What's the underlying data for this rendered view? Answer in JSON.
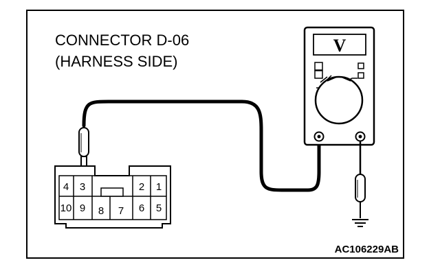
{
  "diagram": {
    "title_line1": "CONNECTOR D-06",
    "title_line2": "(HARNESS SIDE)",
    "figure_code": "AC106229AB",
    "meter": {
      "display_letter": "V",
      "icon": "voltmeter-icon"
    },
    "ground": {
      "icon": "ground-symbol-icon"
    },
    "connector": {
      "top_pins": [
        "4",
        "3",
        "2",
        "1"
      ],
      "bottom_pins": [
        "10",
        "9",
        "8",
        "7",
        "6",
        "5"
      ],
      "probed_pin": "3"
    }
  }
}
